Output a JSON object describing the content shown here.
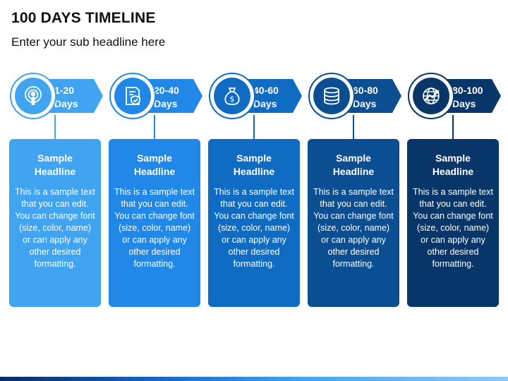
{
  "title": "100 DAYS TIMELINE",
  "subtitle": "Enter your sub headline here",
  "colors": [
    "#40a4f0",
    "#2288e8",
    "#0f6cc2",
    "#0b4f92",
    "#083668"
  ],
  "steps": [
    {
      "range": "1-20",
      "unit": "Days",
      "icon": "podcast-icon",
      "headline": "Sample Headline",
      "text": "This is a sample text that you can edit. You can change font (size, color, name) or can apply any other desired formatting."
    },
    {
      "range": "20-40",
      "unit": "Days",
      "icon": "document-shield-icon",
      "headline": "Sample Headline",
      "text": "This is a sample text that you can edit. You can change font (size, color, name) or can apply any other desired formatting."
    },
    {
      "range": "40-60",
      "unit": "Days",
      "icon": "money-bag-icon",
      "headline": "Sample Headline",
      "text": "This is a sample text that you can edit. You can change font (size, color, name) or can apply any other desired formatting."
    },
    {
      "range": "60-80",
      "unit": "Days",
      "icon": "database-icon",
      "headline": "Sample Headline",
      "text": "This is a sample text that you can edit. You can change font (size, color, name) or can apply any other desired formatting."
    },
    {
      "range": "80-100",
      "unit": "Days",
      "icon": "globe-growth-icon",
      "headline": "Sample Headline",
      "text": "This is a sample text that you can edit. You can change font (size, color, name) or can apply any other desired formatting."
    }
  ]
}
